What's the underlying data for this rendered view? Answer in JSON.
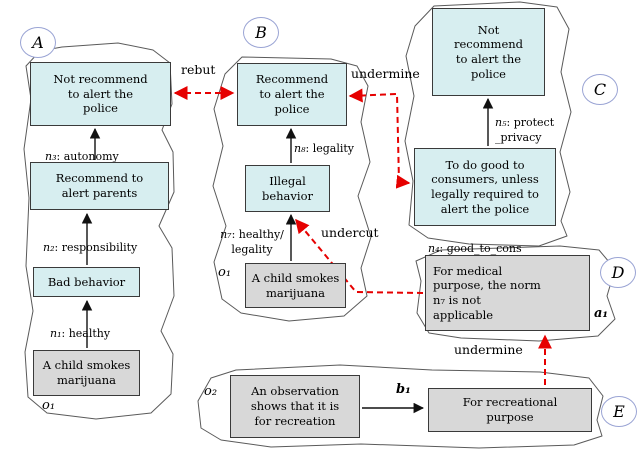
{
  "figure": {
    "attack_color": "#e60000",
    "statement_fill": "#d7eef0",
    "observation_fill": "#d8d8d8",
    "tags": {
      "A": "A",
      "B": "B",
      "C": "C",
      "D": "D",
      "E": "E"
    },
    "attack_labels": {
      "rebut": "rebut",
      "undermine_top": "undermine",
      "undercut": "undercut",
      "undermine_bottom": "undermine"
    },
    "A": {
      "conclusion": "Not recommend\nto alert the\npolice",
      "n3": {
        "var": "n₃",
        "text": ": autonomy"
      },
      "alert_parents": "Recommend to\nalert parents",
      "n2": {
        "var": "n₂",
        "text": ": responsibility"
      },
      "bad_behavior": "Bad behavior",
      "n1": {
        "var": "n₁",
        "text": ": healthy"
      },
      "observation": "A child smokes\nmarijuana",
      "o1": "o₁"
    },
    "B": {
      "conclusion": "Recommend\nto alert the\npolice",
      "n8": {
        "var": "n₈",
        "text": ": legality"
      },
      "illegal": "Illegal\nbehavior",
      "n7": {
        "var": "n₇",
        "text": ": healthy/\nlegality"
      },
      "observation": "A child smokes\nmarijuana",
      "o1": "o₁"
    },
    "C": {
      "conclusion": "Not\nrecommend\nto alert the\npolice",
      "n5": {
        "var": "n₅",
        "text": ": protect\n_privacy"
      },
      "premise": "To do good to\nconsumers, unless\nlegally required to\nalert the police",
      "n4": {
        "var": "n₄",
        "text": ": good_to_cons"
      }
    },
    "D": {
      "premise": "For medical\npurpose, the norm\nn₇ is not\napplicable",
      "a1": "a₁"
    },
    "E": {
      "observation": "An observation\nshows that it is\nfor recreation",
      "b1": "b₁",
      "conclusion": "For recreational\npurpose",
      "o2": "o₂"
    }
  }
}
